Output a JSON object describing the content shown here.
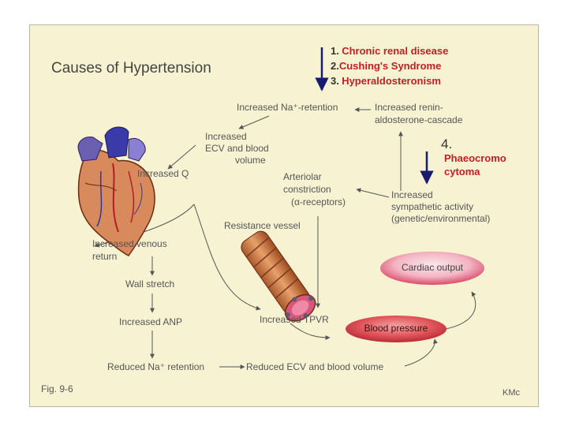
{
  "title": "Causes of Hypertension",
  "causes": [
    {
      "num": "1.",
      "text": "Chronic renal disease"
    },
    {
      "num": "2.",
      "text": "Cushing's Syndrome"
    },
    {
      "num": "3.",
      "text": "Hyperaldosteronism"
    }
  ],
  "cause4": {
    "num": "4.",
    "line1": "Phaeocromo",
    "line2": "cytoma"
  },
  "nodes": {
    "na_retention": "Increased Na⁺-retention",
    "renin1": "Increased renin-",
    "renin2": "aldosterone-cascade",
    "ecv1": "Increased",
    "ecv2": "ECV and blood",
    "ecv3": "volume",
    "increased_q": "Increased Q",
    "arteriolar1": "Arteriolar",
    "arteriolar2": "constriction",
    "arteriolar3": "(α-receptors)",
    "symp1": "Increased",
    "symp2": "sympathetic activity",
    "symp3": "(genetic/environmental)",
    "resistance": "Resistance vessel",
    "venous1": "Increased venous",
    "venous2": "return",
    "wall": "Wall stretch",
    "anp": "Increased ANP",
    "tpvr": "Increased TPVR",
    "reduced_na": "Reduced Na⁺ retention",
    "reduced_ecv": "Reduced ECV and blood volume",
    "cardiac_output": "Cardiac output",
    "blood_pressure": "Blood pressure"
  },
  "footer": {
    "fig": "Fig. 9-6",
    "author": "KMc"
  },
  "colors": {
    "background": "#f7f3d2",
    "arrow": "#555555",
    "cause_red": "#c41e24",
    "oval_red": "#d8404a",
    "oval_pink": "#e37c90"
  }
}
